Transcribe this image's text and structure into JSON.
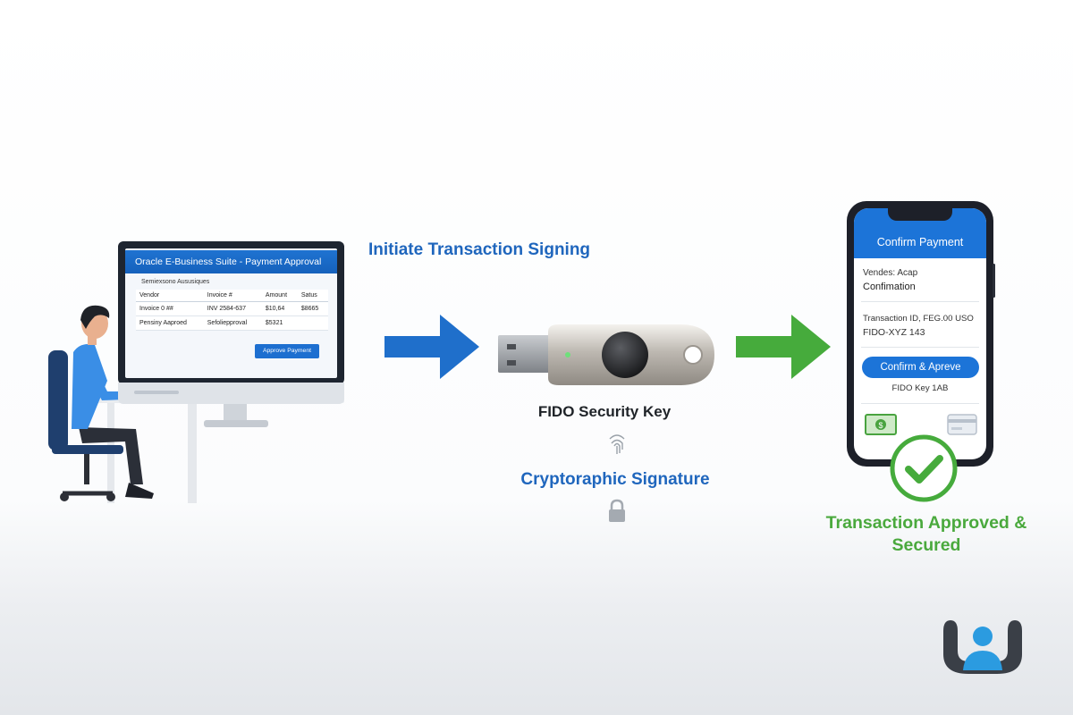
{
  "monitor_app": {
    "title": "Oracle E-Business Suite - Payment Approval",
    "subtitle": "Semiexsono Aususiques",
    "columns": [
      "Vendor",
      "Invoice #",
      "Amount",
      "Satus"
    ],
    "rows": [
      [
        "Invoice 0 ##",
        "INV 2584-637",
        "$10,64",
        "$8665"
      ],
      [
        "Pensiny Aaproed",
        "Sefoliepproval",
        "$5321",
        ""
      ]
    ],
    "approve_button": "Approve Payment"
  },
  "flow": {
    "initiate_label": "Initiate Transaction Signing",
    "security_key_label": "FIDO Security Key",
    "signature_label": "Cryptoraphic Signature",
    "approved_label": "Transaction Approved & Secured"
  },
  "phone": {
    "header": "Confirm Payment",
    "vendor_label": "Vendes: Acap",
    "vendor_value": "Confimation",
    "transaction_id": "Transaction ID, FEG.00 USO",
    "transaction_ref": "FIDO-XYZ 143",
    "confirm_button": "Confirm & Apreve",
    "key_label": "FIDO Key 1AB"
  },
  "colors": {
    "blue_accent": "#1f6fcb",
    "green_accent": "#46ab3c",
    "navy": "#1e2530"
  },
  "icons": [
    "person-at-desk-illustration",
    "arrow-right-icon",
    "usb-security-key",
    "fingerprint-icon",
    "lock-icon",
    "cash-icon",
    "credit-card-icon",
    "check-circle-icon",
    "user-logo-icon"
  ]
}
